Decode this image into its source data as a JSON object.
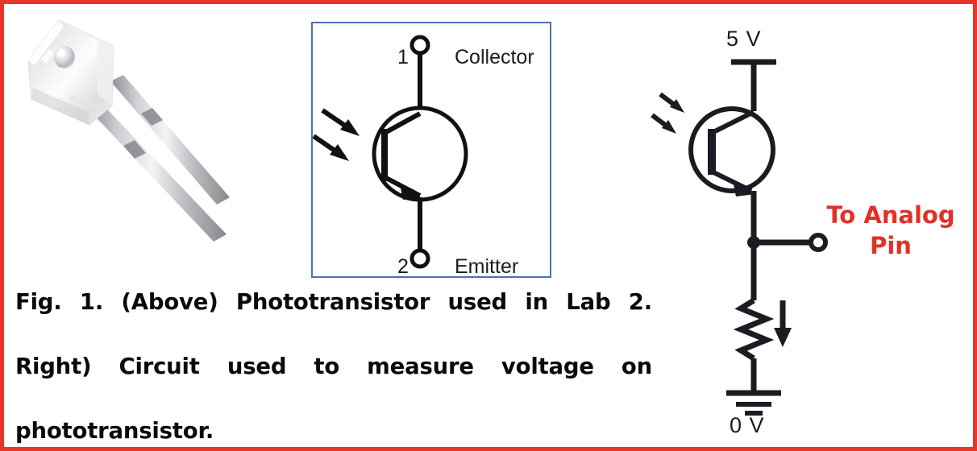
{
  "figure": {
    "border_color": "#e8352a",
    "background": "#ffffff"
  },
  "caption": {
    "line1": "Fig. 1. (Above) Phototransistor used in Lab 2.",
    "line2": "Right) Circuit used to measure voltage on",
    "line3": "phototransistor."
  },
  "photo": {
    "alt": "clear rectangular plastic phototransistor with two long metal leads"
  },
  "symbol_panel": {
    "border_color": "#4a72b8",
    "pin1": {
      "number": "1",
      "name": "Collector"
    },
    "pin2": {
      "number": "2",
      "name": "Emitter"
    },
    "device_type": "NPN phototransistor",
    "light_arrows": 2
  },
  "circuit": {
    "supply_label": "5 V",
    "ground_label": "0 V",
    "output_label_line1": "To Analog",
    "output_label_line2": "Pin",
    "output_label_color": "#e03127",
    "components": [
      "phototransistor",
      "resistor",
      "ground",
      "analog-output-terminal"
    ],
    "light_arrows": 2,
    "current_arrow": "downward"
  }
}
